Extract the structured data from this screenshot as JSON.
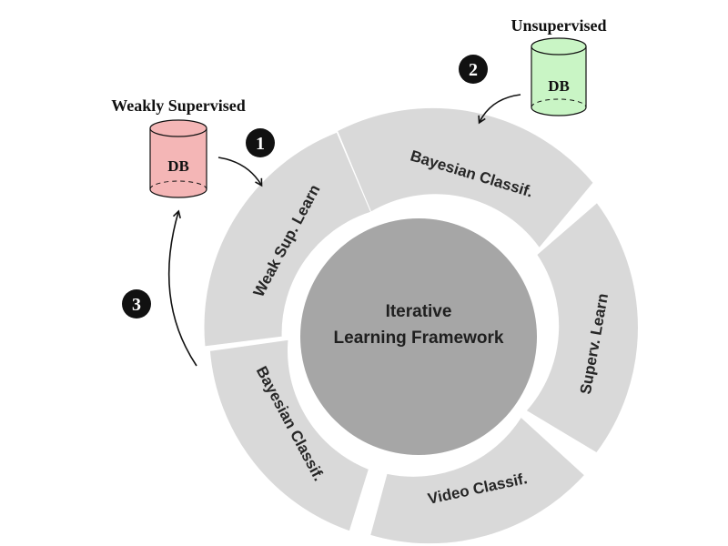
{
  "center": {
    "line1": "Iterative",
    "line2": "Learning Framework"
  },
  "segments": [
    {
      "label": "Bayesian Classif."
    },
    {
      "label": "Superv. Learn"
    },
    {
      "label": "Video Classif."
    },
    {
      "label": "Bayesian Classif."
    },
    {
      "label": "Weak Sup. Learn"
    }
  ],
  "databases": {
    "weak": {
      "title": "Weakly Supervised",
      "label": "DB",
      "color": "#f4b6b6"
    },
    "unsup": {
      "title": "Unsupervised",
      "label": "DB",
      "color": "#c9f5c5"
    }
  },
  "steps": [
    "1",
    "2",
    "3"
  ],
  "colors": {
    "ring": "#d9d9d9",
    "center": "#a6a6a6",
    "badge": "#111111"
  }
}
